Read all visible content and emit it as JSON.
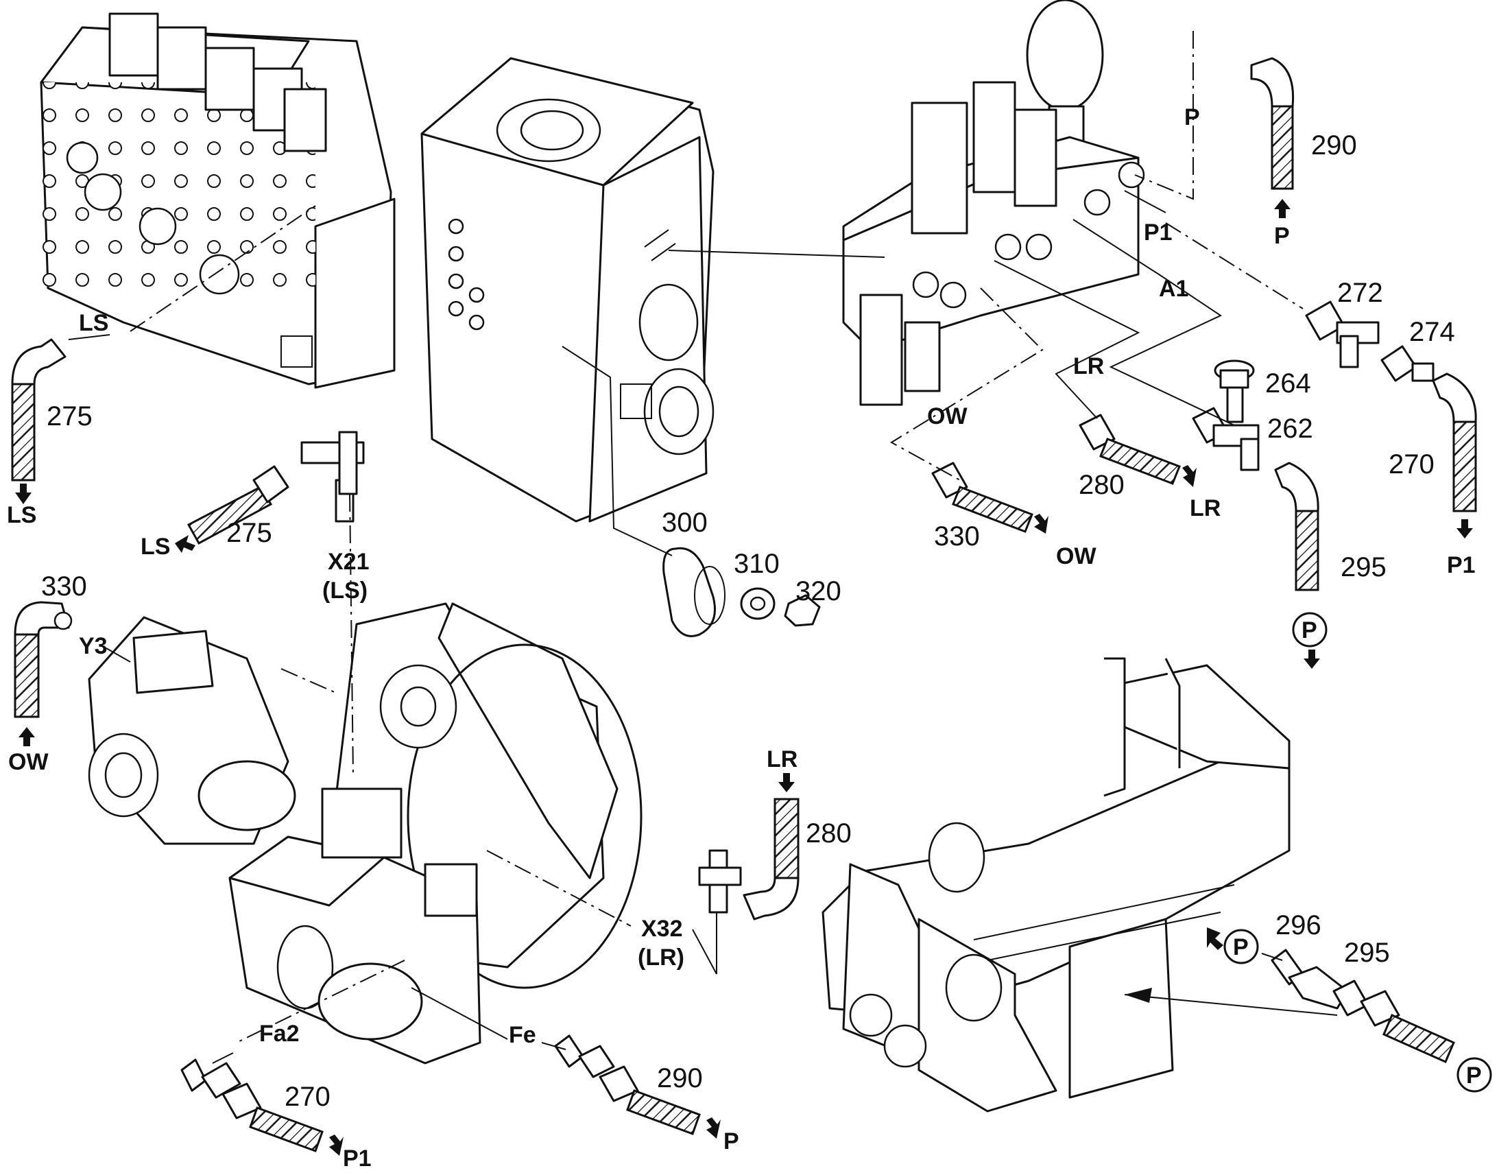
{
  "part_numbers": {
    "p290_top": "290",
    "p272": "272",
    "p274": "274",
    "p264": "264",
    "p262": "262",
    "p270_right": "270",
    "p280_top": "280",
    "p330_top": "330",
    "p295_right": "295",
    "p275_left": "275",
    "p275_mid": "275",
    "p300": "300",
    "p310": "310",
    "p320": "320",
    "p330_left": "330",
    "p280_mid": "280",
    "p296": "296",
    "p295_bottom": "295",
    "p270_bottom": "270",
    "p290_bottom": "290"
  },
  "ports": {
    "P_dash": "P",
    "P_290": "P",
    "P1_valve": "P1",
    "A1": "A1",
    "LR_valve": "LR",
    "OW_valve": "OW",
    "LR_280": "LR",
    "OW_330": "OW",
    "P1_270": "P1",
    "P_circle_295": "P",
    "LS_left_line": "LS",
    "LS_left_bottom": "LS",
    "LS_275": "LS",
    "X21": "X21",
    "X21_sub": "(LS)",
    "Y3": "Y3",
    "OW_left": "OW",
    "LR_top_280": "LR",
    "X32": "X32",
    "X32_sub": "(LR)",
    "Fa2": "Fa2",
    "Fe": "Fe",
    "P1_bottom": "P1",
    "P_bottom": "P",
    "P_circle_frame": "P",
    "P_circle_hose": "P"
  }
}
